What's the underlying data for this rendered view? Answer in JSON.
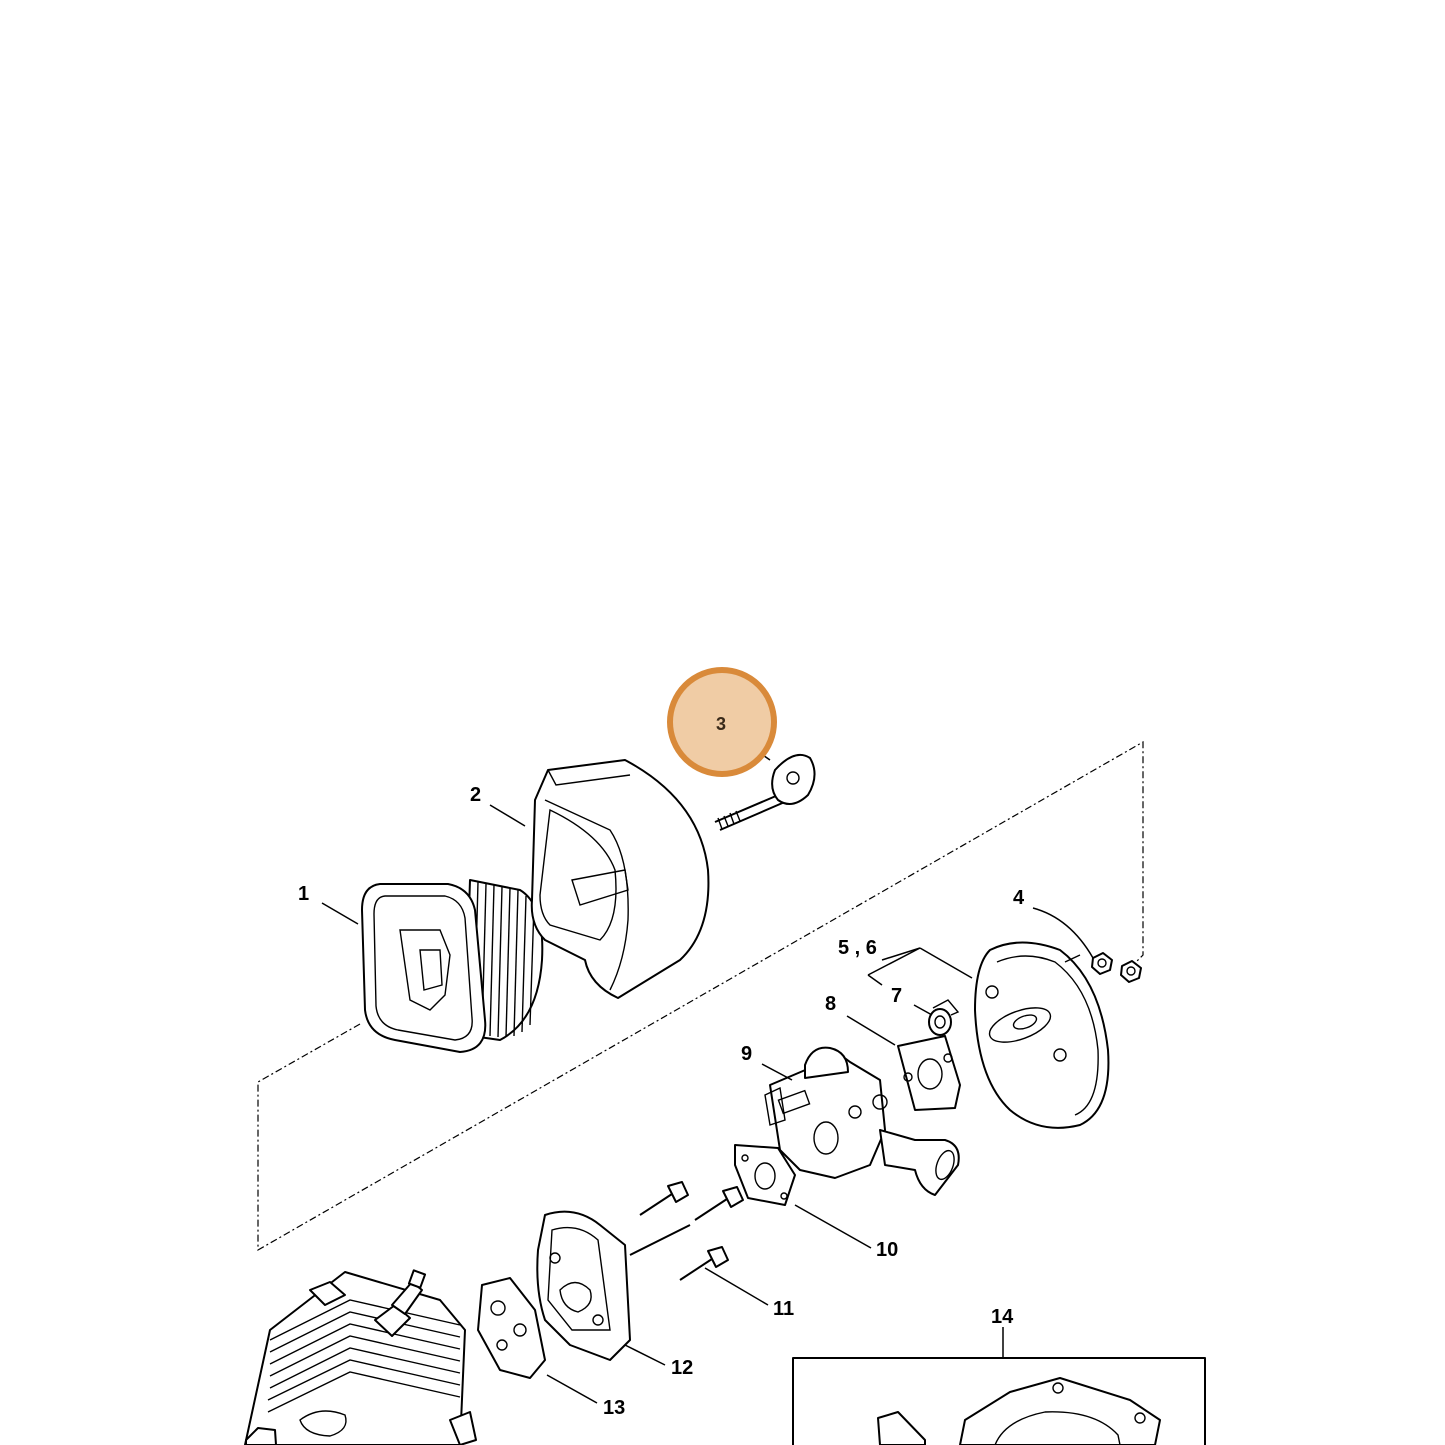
{
  "diagram": {
    "highlight_color": "#d98a3a",
    "highlight_fill": "#f0cca5",
    "callouts": [
      {
        "id": "1",
        "text": "1"
      },
      {
        "id": "2",
        "text": "2"
      },
      {
        "id": "3",
        "text": "3"
      },
      {
        "id": "4",
        "text": "4"
      },
      {
        "id": "56",
        "text": "5 , 6"
      },
      {
        "id": "7",
        "text": "7"
      },
      {
        "id": "8",
        "text": "8"
      },
      {
        "id": "9",
        "text": "9"
      },
      {
        "id": "10",
        "text": "10"
      },
      {
        "id": "11",
        "text": "11"
      },
      {
        "id": "12",
        "text": "12"
      },
      {
        "id": "13",
        "text": "13"
      },
      {
        "id": "14",
        "text": "14"
      }
    ],
    "highlighted_callout": "3"
  }
}
